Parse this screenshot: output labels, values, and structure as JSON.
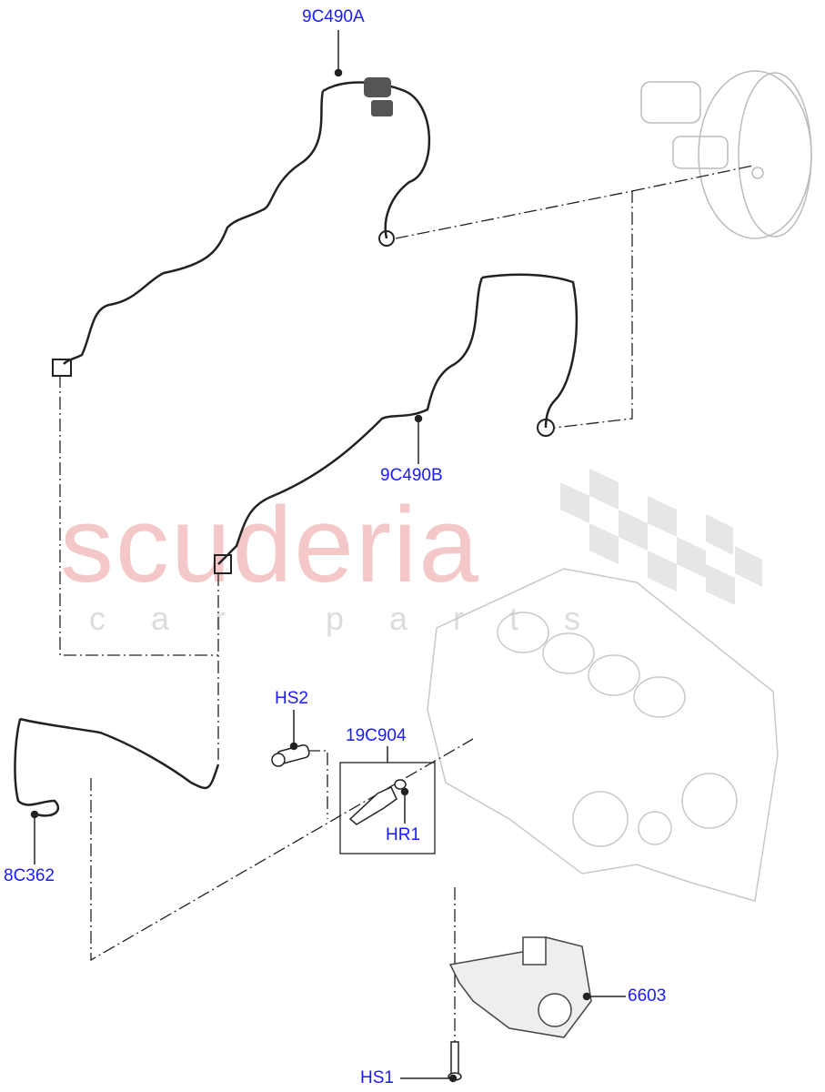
{
  "watermark": {
    "main": "scuderia",
    "sub": "car parts"
  },
  "label_color": "#1a1aff",
  "labels": {
    "9C490A": "9C490A",
    "9C490B": "9C490B",
    "HS2": "HS2",
    "19C904": "19C904",
    "HR1": "HR1",
    "8C362": "8C362",
    "6603": "6603",
    "HS1": "HS1"
  }
}
